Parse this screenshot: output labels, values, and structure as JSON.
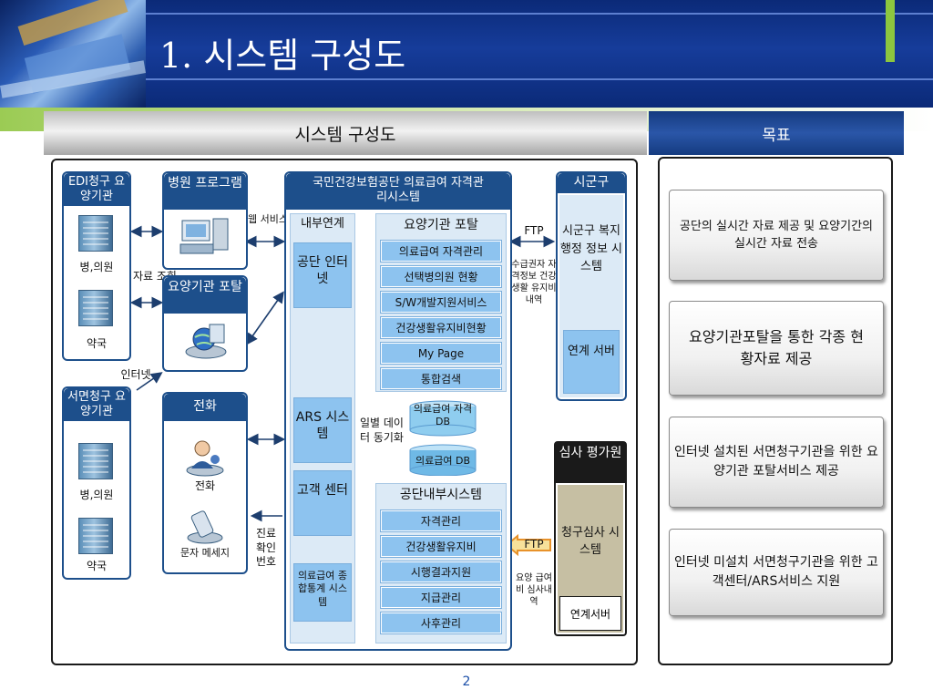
{
  "header": {
    "title": "1. 시스템 구성도"
  },
  "sections": {
    "left": "시스템 구성도",
    "right": "목표"
  },
  "goals": [
    "공단의 실시간 자료 제공 및 요양기간의 실시간 자료 전송",
    "요양기관포탈을 통한 각종 현황자료 제공",
    "인터넷 설치된 서면청구기관을 위한 요양기관 포탈서비스 제공",
    "인터넷 미설치 서면청구기관을 위한 고객센터/ARS서비스 지원"
  ],
  "diagram": {
    "edi": {
      "title": "EDI청구 요양기관",
      "hospital": "병,의원",
      "pharmacy": "약국"
    },
    "written": {
      "title": "서면청구 요양기관",
      "hospital": "병,의원",
      "pharmacy": "약국"
    },
    "hospital_program": {
      "title": "병원 프로그램"
    },
    "web_service": "웹 서비스",
    "data_query": "자료 조회",
    "portal": {
      "title": "요양기관 포탈"
    },
    "internet": "인터넷",
    "phone": {
      "title": "전화",
      "phone_label": "전화",
      "sms_label": "문자 메세지"
    },
    "treatment_confirm": "진료 확인 번호",
    "nhis": {
      "title": "국민건강보험공단 의료급여 자격관리시스템",
      "internal": "내부연계",
      "internet_box": "공단 인터넷",
      "ars": "ARS 시스템",
      "customer_center": "고객 센터",
      "stats": "의료급여 종합통계 시스템",
      "portal_header": "요양기관 포탈",
      "portal_items": [
        "의료급여 자격관리",
        "선택병의원 현황",
        "S/W개발지원서비스",
        "건강생활유지비현황",
        "My Page",
        "통합검색"
      ],
      "db_top": "의료급여 자격DB",
      "db_bottom": "의료급여 DB",
      "daily_sync": "일별 데이터 동기화",
      "internal_sys_header": "공단내부시스템",
      "internal_items": [
        "자격관리",
        "건강생활유지비",
        "시행결과지원",
        "지급관리",
        "사후관리"
      ]
    },
    "ftp_top": "FTP",
    "ftp_note": "수급권자 자격정보 건강생활 유지비 내역",
    "sigungu": {
      "title": "시군구",
      "system": "시군구 복지행정 정보 시스템",
      "server": "연계 서버"
    },
    "review": {
      "title": "심사 평가원",
      "system": "청구심사 시스템",
      "server": "연계서버"
    },
    "ftp_arrow": "FTP",
    "review_note": "요양 급여비 심사내역"
  },
  "page_number": "2"
}
